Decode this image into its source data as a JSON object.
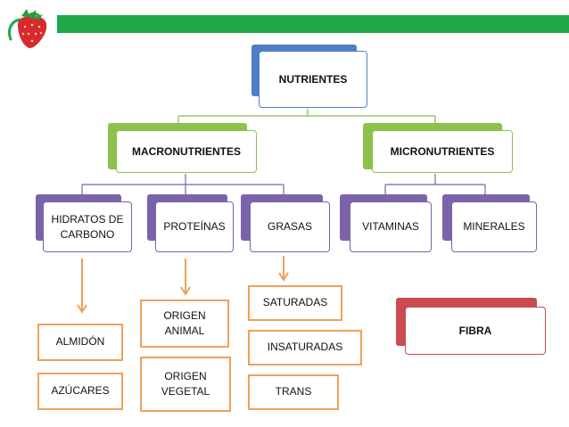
{
  "diagram": {
    "root": "NUTRIENTES",
    "macro": "MACRONUTRIENTES",
    "micro": "MICRONUTRIENTES",
    "macro_children": [
      "HIDRATOS DE CARBONO",
      "PROTEÍNAS",
      "GRASAS"
    ],
    "micro_children": [
      "VITAMINAS",
      "MINERALES"
    ],
    "hidratos_items": [
      "ALMIDÓN",
      "AZÚCARES"
    ],
    "proteinas_items": [
      "ORIGEN ANIMAL",
      "ORIGEN VEGETAL"
    ],
    "grasas_items": [
      "SATURADAS",
      "INSATURADAS",
      "TRANS"
    ],
    "extra": "FIBRA"
  },
  "colors": {
    "top_bar": "#1fa84a",
    "root": "#4f7fc6",
    "level1": "#8cc14c",
    "level2": "#7b63aa",
    "level3": "#f0a05a",
    "extra": "#c84b4f",
    "connector": "#9bc46a"
  },
  "icons": {
    "logo": "strawberry-icon"
  }
}
